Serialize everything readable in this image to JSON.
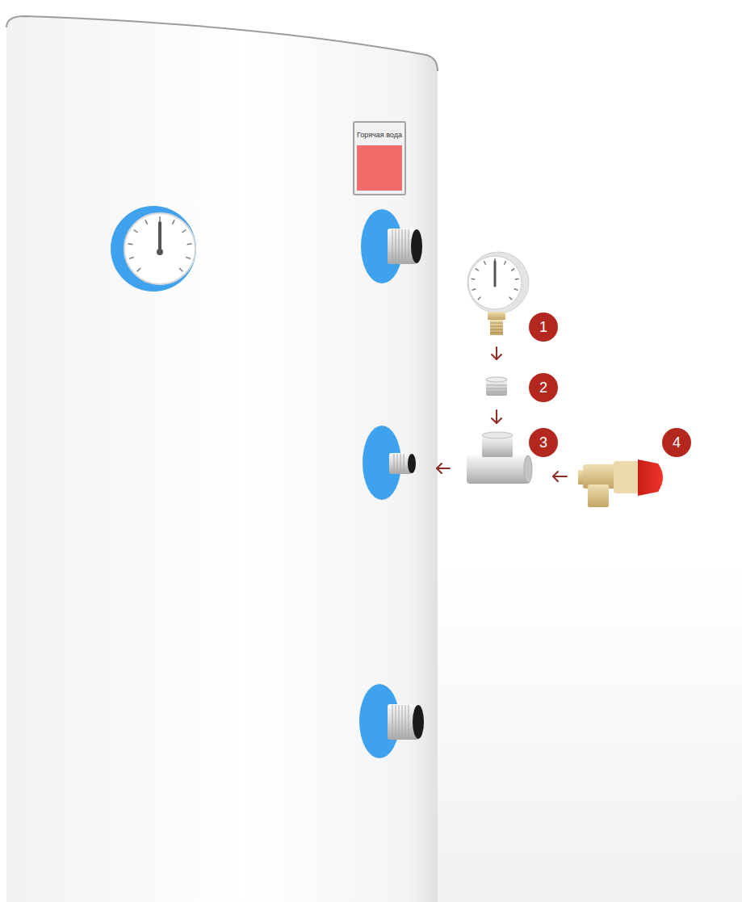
{
  "diagram": {
    "nodes": [
      {
        "text": [
          "Горячая вода"
        ]
      }
    ],
    "labels": [
      "1",
      "2",
      "3",
      "4"
    ]
  }
}
